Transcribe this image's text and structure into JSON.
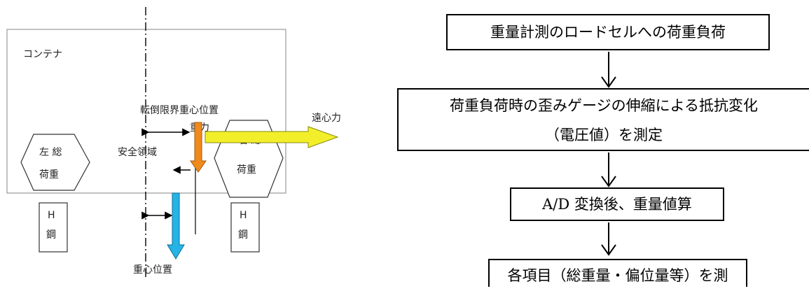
{
  "left_diagram": {
    "container_label": "コンテナ",
    "tipping_limit_label": "転倒限界重心位置",
    "gravity_label": "重力",
    "centrifugal_label": "遠心力",
    "safety_zone_label": "安全領域",
    "cog_label": "重心位置",
    "left_load": [
      "左 総",
      "荷重"
    ],
    "right_load": [
      "右 総",
      "荷重"
    ],
    "h_beam_left": [
      "H",
      "鋼"
    ],
    "h_beam_right": [
      "H",
      "鋼"
    ],
    "colors": {
      "gravity": "#f08a1c",
      "centrifugal": "#f2ef2a",
      "cog": "#26b3e6"
    }
  },
  "flowchart": {
    "step1": "重量計測のロードセルへの荷重負荷",
    "step2_line1": "荷重負荷時の歪みゲージの伸縮による抵抗変化",
    "step2_line2": "（電圧値）を測定",
    "step3": "A/D 変換後、重量値算",
    "step4": "各項目（総重量・偏位量等）を測"
  }
}
